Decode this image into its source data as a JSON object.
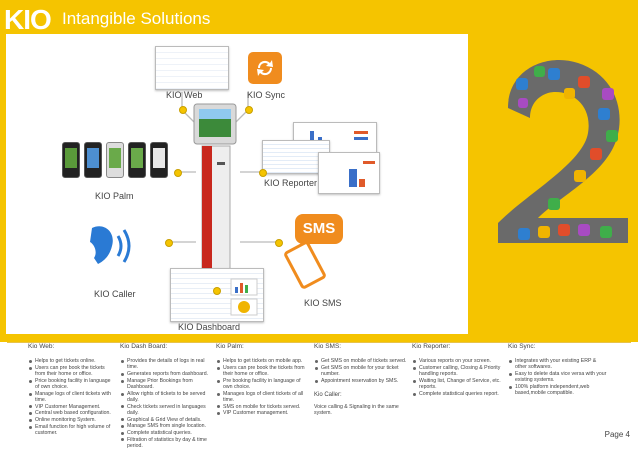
{
  "header": {
    "logo": "KIO",
    "tagline": "Intangible Solutions"
  },
  "diagram": {
    "kio_web": "KIO Web",
    "kio_sync": "KIO Sync",
    "kio_palm": "KIO Palm",
    "kio_reporter": "KIO Reporter",
    "kio_caller": "KIO Caller",
    "kio_sms": "KIO SMS",
    "kio_dashboard": "KIO Dashboard",
    "sms_badge": "SMS"
  },
  "columns": {
    "web": {
      "title": "Kio Web:",
      "items": [
        "Helps to get tickets online.",
        "Users can pre book the tickets from their home or office.",
        "Price booking facility in language of own choice.",
        "Manage logs of client tickets with time.",
        "VIP Customer Management.",
        "Central web based configuration.",
        "Online monitoring System.",
        "Email function for high volume of customer."
      ]
    },
    "dashboard": {
      "title": "Kio Dash Board:",
      "items": [
        "Provides the details of logs in real time.",
        "Generates reports from dashboard.",
        "Manage Prior Bookings from Dashboard.",
        "Allow rights of tickets to be served daily.",
        "Check tickets served in languages daily.",
        "Graphical & Grid View of details.",
        "Manage SMS from single location.",
        "Complete statistical queries.",
        "Filtration of statistics by day & time period."
      ]
    },
    "palm": {
      "title": "Kio Palm:",
      "items": [
        "Helps to get tickets on mobile app.",
        "Users can pre book the tickets from their home or office.",
        "Pre booking facility in language of own choice.",
        "Manages logs of client tickets of all time.",
        "SMS on mobile for tickets served.",
        "VIP Customer management."
      ]
    },
    "sms": {
      "title": "Kio SMS:",
      "items": [
        "Get SMS on mobile of tickets served.",
        "Get SMS on mobile for your ticket number.",
        "Appointment reservation by SMS."
      ],
      "caller_title": "Kio Caller:",
      "caller_text": "Voice calling & Signaling in the same system."
    },
    "reporter": {
      "title": "Kio Reporter:",
      "items": [
        "Various reports on your screen.",
        "Customer calling, Closing & Priority handling reports.",
        "Waiting list, Change of Service, etc. reports.",
        "Complete statistical queries report."
      ]
    },
    "sync": {
      "title": "Kio Sync:",
      "items": [
        "Integrates with your existing ERP & other softwares.",
        "Easy to delete data vice versa with your existing systems.",
        "100% platform independent,web based,mobile compatible."
      ]
    }
  },
  "footer": {
    "page": "Page 4"
  },
  "colors": {
    "accent": "#f5c400",
    "red": "#c8281e",
    "orange": "#f08c1e"
  }
}
